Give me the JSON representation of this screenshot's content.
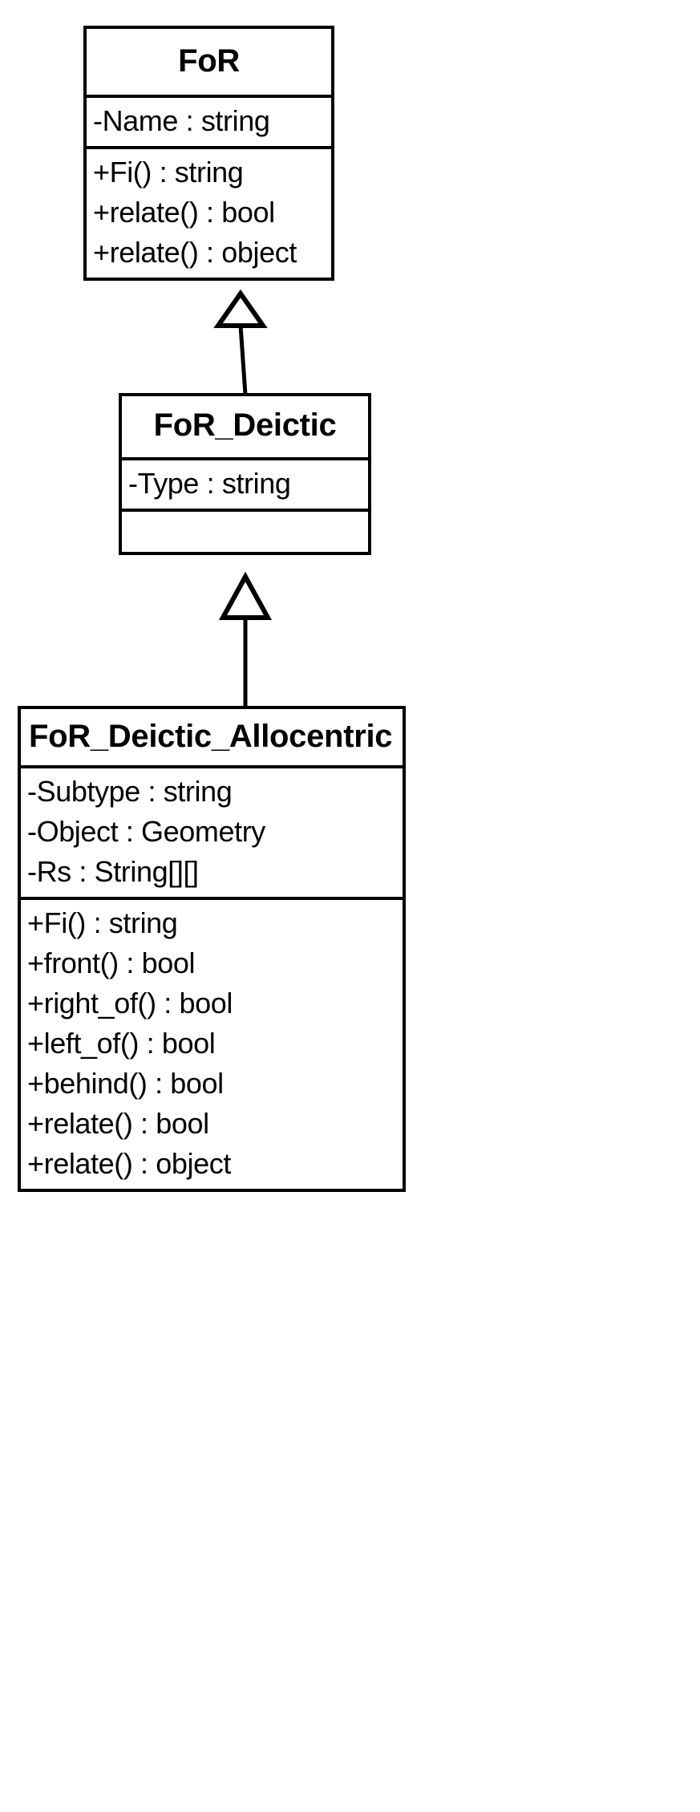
{
  "diagram": {
    "type": "uml-class-diagram",
    "background_color": "#ffffff",
    "line_color": "#000000",
    "classes": [
      {
        "id": "for",
        "name": "FoR",
        "attributes": [
          "-Name : string"
        ],
        "methods": [
          "+Fi() : string",
          "+relate() : bool",
          "+relate() : object"
        ]
      },
      {
        "id": "for_deictic",
        "name": "FoR_Deictic",
        "attributes": [
          "-Type : string"
        ],
        "methods": []
      },
      {
        "id": "for_deictic_allocentric",
        "name": "FoR_Deictic_Allocentric",
        "attributes": [
          "-Subtype : string",
          "-Object : Geometry",
          "-Rs : String[][]"
        ],
        "methods": [
          "+Fi() : string",
          "+front() : bool",
          "+right_of() : bool",
          "+left_of() : bool",
          "+behind() : bool",
          "+relate() : bool",
          "+relate() : object"
        ]
      }
    ],
    "relationships": [
      {
        "id": "gen-1",
        "kind": "generalization",
        "from": "for_deictic",
        "to": "for"
      },
      {
        "id": "gen-2",
        "kind": "generalization",
        "from": "for_deictic_allocentric",
        "to": "for_deictic"
      }
    ]
  }
}
